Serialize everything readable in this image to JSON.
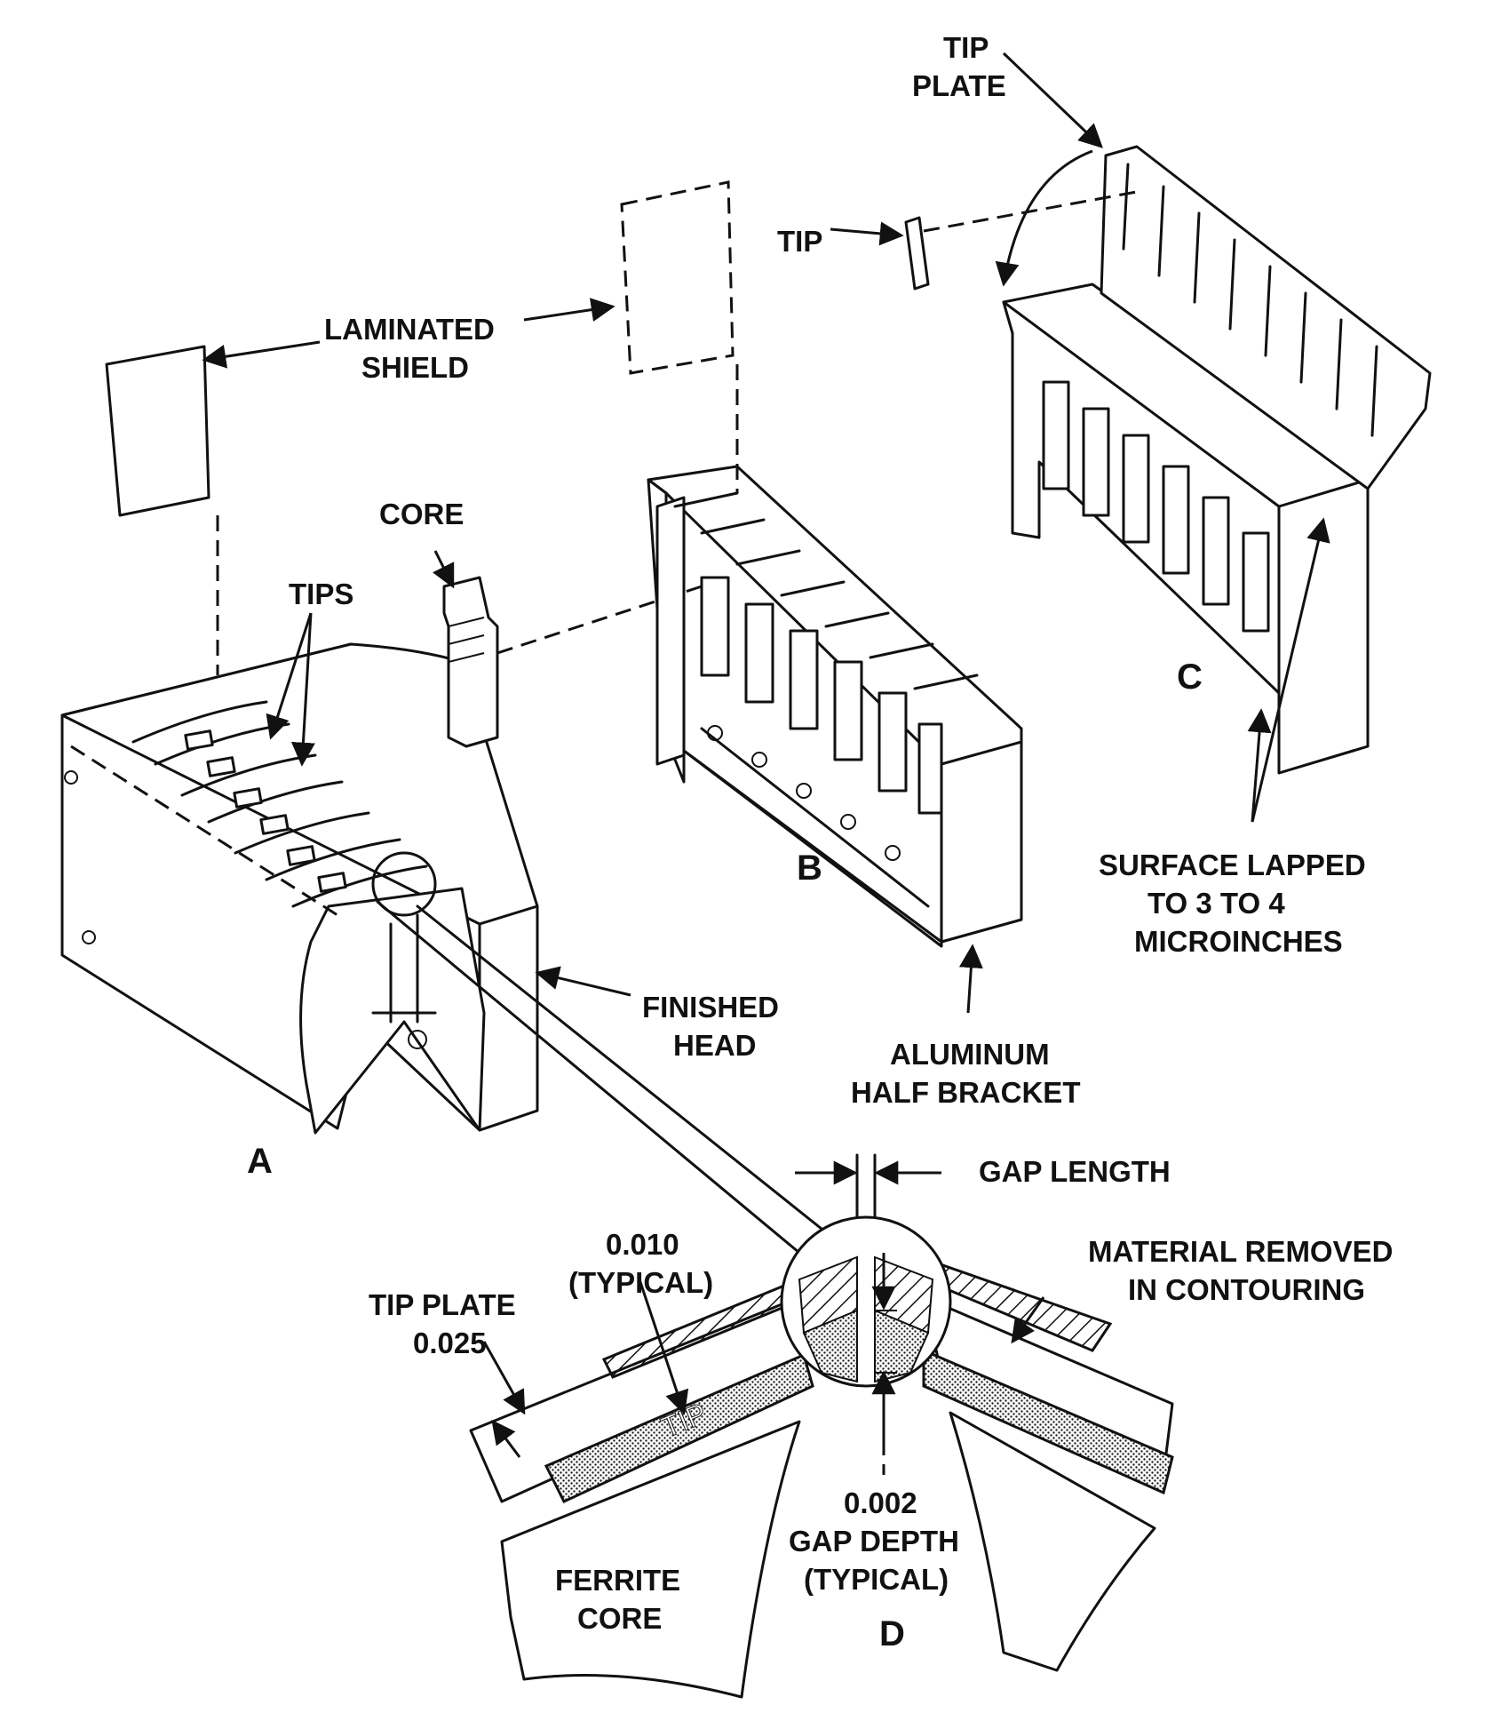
{
  "labels": {
    "tip_plate_top": [
      "TIP",
      "PLATE"
    ],
    "tip": "TIP",
    "laminated_shield": [
      "LAMINATED",
      "SHIELD"
    ],
    "core": "CORE",
    "tips": "TIPS",
    "finished_head": [
      "FINISHED",
      "HEAD"
    ],
    "aluminum_half_bracket": [
      "ALUMINUM",
      "HALF BRACKET"
    ],
    "surface_lapped": [
      "SURFACE LAPPED",
      "TO 3 TO 4",
      "MICROINCHES"
    ],
    "gap_length": "GAP LENGTH",
    "material_removed": [
      "MATERIAL REMOVED",
      "IN CONTOURING"
    ],
    "typical_0010": [
      "0.010",
      "(TYPICAL)"
    ],
    "tip_plate_0025": [
      "TIP PLATE",
      "0.025"
    ],
    "tip_inside": "TIP",
    "ferrite_core": [
      "FERRITE",
      "CORE"
    ],
    "gap_depth": [
      "0.002",
      "GAP DEPTH",
      "(TYPICAL)"
    ]
  },
  "panels": {
    "a": "A",
    "b": "B",
    "c": "C",
    "d": "D"
  }
}
